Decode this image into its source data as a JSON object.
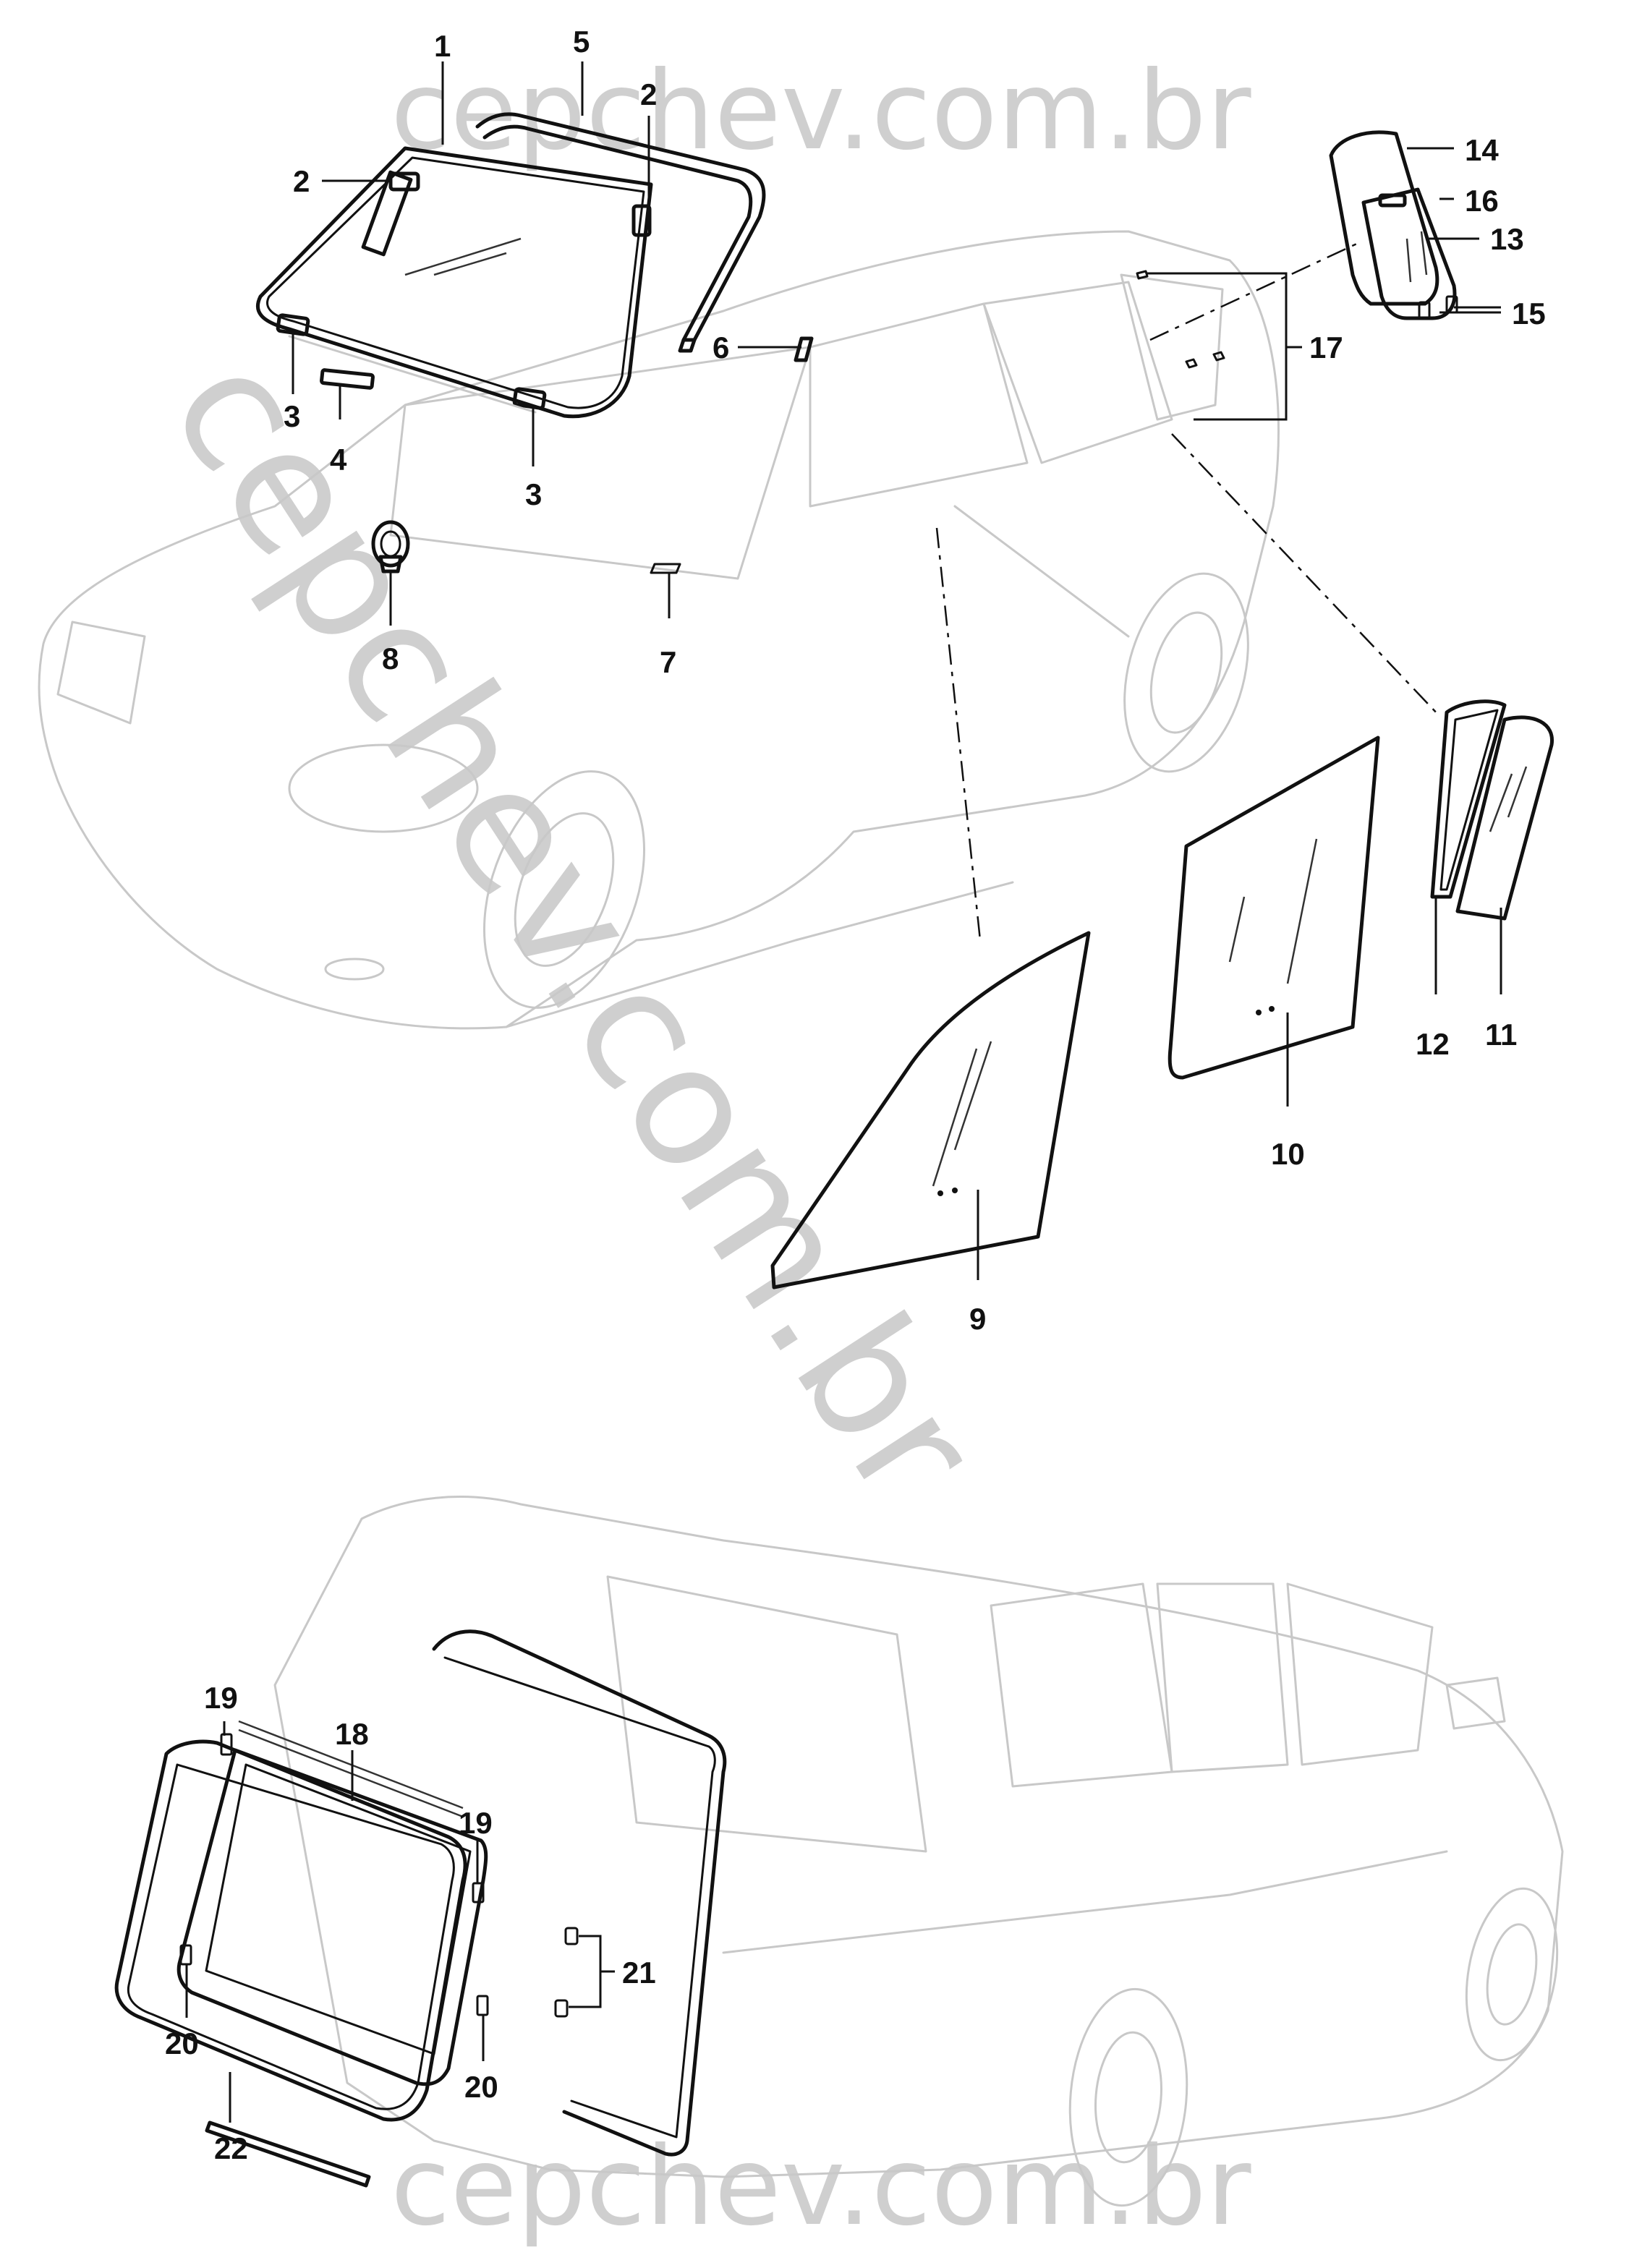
{
  "watermark": {
    "text": "cepchev.com.br"
  },
  "callouts": {
    "c1": "1",
    "c2a": "2",
    "c2b": "2",
    "c3a": "3",
    "c3b": "3",
    "c4": "4",
    "c5": "5",
    "c6": "6",
    "c7": "7",
    "c8": "8",
    "c9": "9",
    "c10": "10",
    "c11": "11",
    "c12": "12",
    "c13": "13",
    "c14": "14",
    "c15": "15",
    "c16": "16",
    "c17": "17",
    "c18": "18",
    "c19a": "19",
    "c19b": "19",
    "c20a": "20",
    "c20b": "20",
    "c21": "21",
    "c22": "22"
  }
}
